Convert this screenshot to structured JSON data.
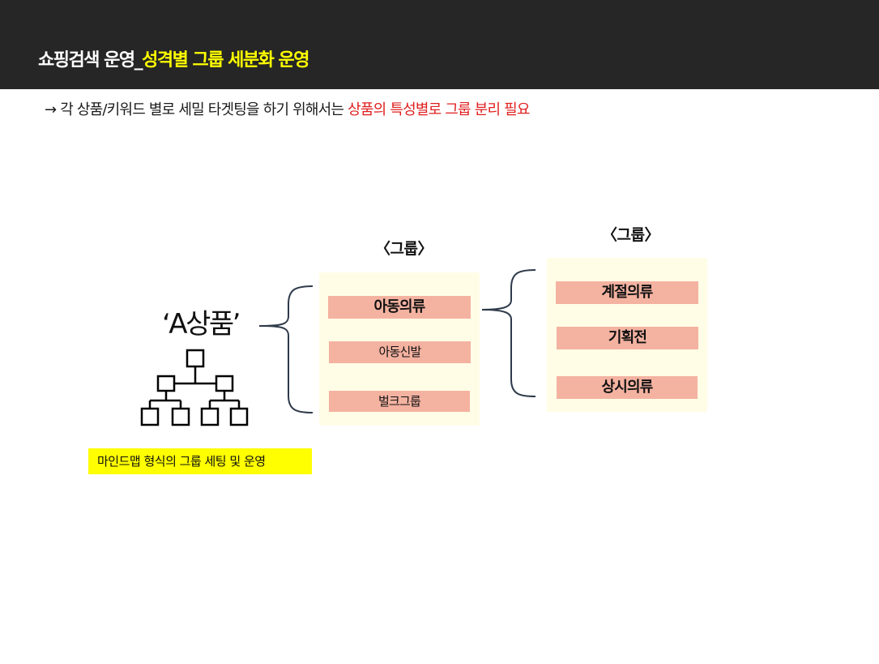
{
  "header": {
    "title_main": "쇼핑검색 운영_",
    "title_sub": "성격별 그룹 세분화 운영"
  },
  "subtitle": {
    "prefix": "→ 각 상품/키워드 별로 세밀 타겟팅을 하기 위해서는 ",
    "highlight": "상품의 특성별로 그룹 분리 필요"
  },
  "diagram": {
    "product_label": "‘A상품’",
    "caption": "마인드맵 형식의 그룹 세팅 및 운영",
    "group1": {
      "heading": "〈그룹〉",
      "items": [
        "아동의류",
        "아동신발",
        "벌크그룹"
      ]
    },
    "group2": {
      "heading": "〈그룹〉",
      "items": [
        "계절의류",
        "기획전",
        "상시의류"
      ]
    }
  },
  "colors": {
    "header_bg": "#262626",
    "title_highlight": "#ffff00",
    "subtitle_highlight": "#e01e1e",
    "panel_bg": "#fffde6",
    "item_bg": "#f4b2a1",
    "caption_bg": "#ffff00"
  },
  "icons": [
    "org-chart-icon",
    "left-brace-icon"
  ]
}
